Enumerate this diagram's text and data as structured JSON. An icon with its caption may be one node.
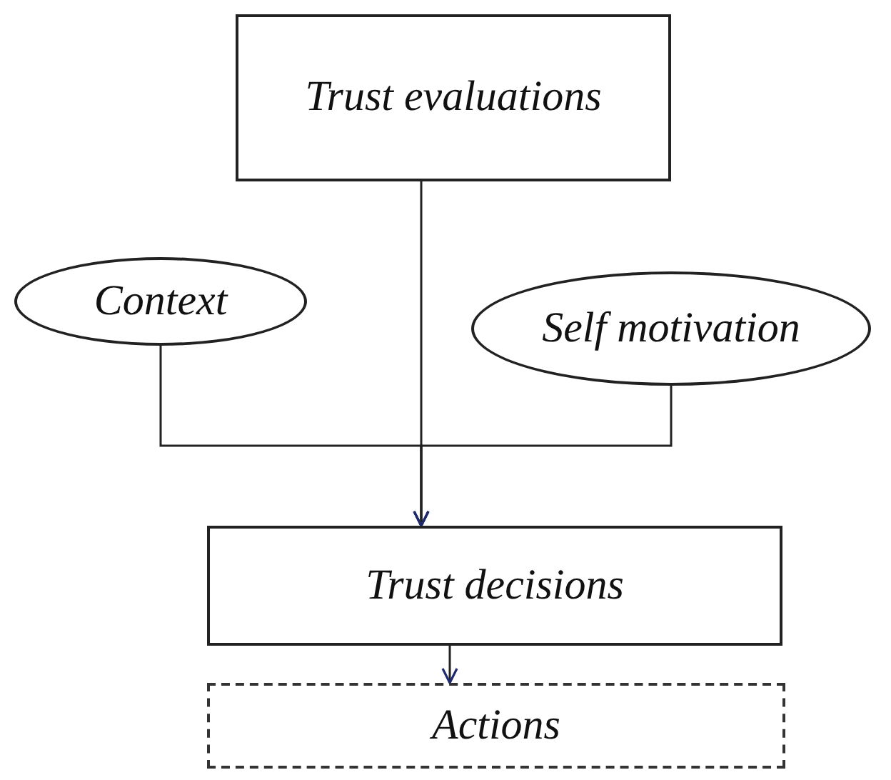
{
  "diagram": {
    "nodes": [
      {
        "text": [
          "Trust evaluations"
        ]
      },
      {
        "text": [
          "Context"
        ]
      },
      {
        "text": [
          "Self motivation"
        ]
      },
      {
        "text": [
          "Trust decisions"
        ]
      },
      {
        "text": [
          "Actions"
        ]
      }
    ],
    "edges": [
      {
        "from": 0,
        "to": 3,
        "arrow": "to"
      },
      {
        "from": 1,
        "to": 3,
        "arrow": "to"
      },
      {
        "from": 2,
        "to": 3,
        "arrow": "to"
      },
      {
        "from": 3,
        "to": 4,
        "arrow": "to"
      }
    ]
  }
}
